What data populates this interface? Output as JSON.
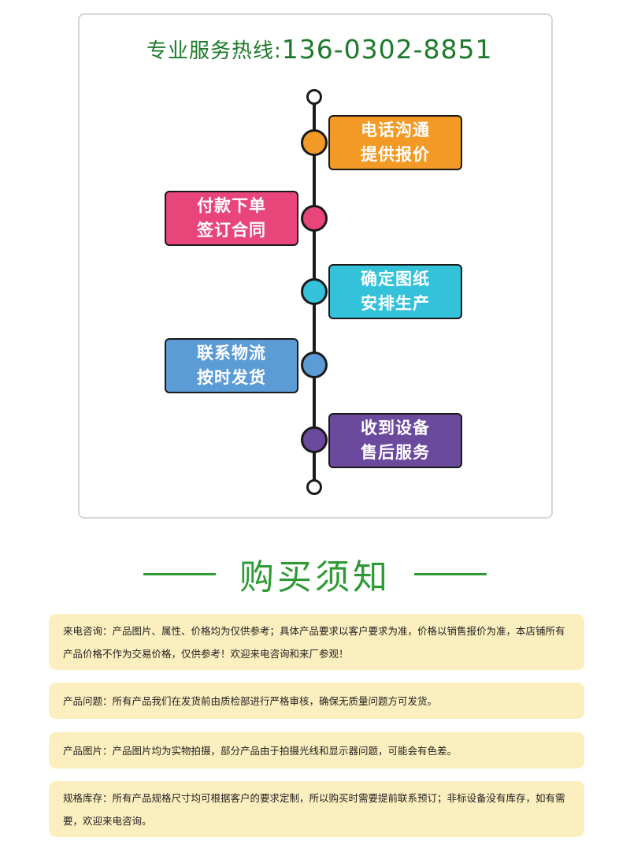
{
  "hotline": {
    "label": "专业服务热线:",
    "number": "136-0302-8851",
    "color": "#1e7a2a"
  },
  "steps": [
    {
      "line1": "电话沟通",
      "line2": "提供报价",
      "color": "#f29a25",
      "side": "right"
    },
    {
      "line1": "付款下单",
      "line2": "签订合同",
      "color": "#e8457b",
      "side": "left"
    },
    {
      "line1": "确定图纸",
      "line2": "安排生产",
      "color": "#33c2da",
      "side": "right"
    },
    {
      "line1": "联系物流",
      "line2": "按时发货",
      "color": "#5b9bd6",
      "side": "left"
    },
    {
      "line1": "收到设备",
      "line2": "售后服务",
      "color": "#6b4a9e",
      "side": "right"
    }
  ],
  "section": {
    "title": "购买须知",
    "color": "#2e9a33"
  },
  "notices": [
    "来电咨询：产品图片、属性、价格均为仅供参考；具体产品要求以客户要求为准，价格以销售报价为准，本店铺所有产品价格不作为交易价格，仅供参考！欢迎来电咨询和来厂参观！",
    "产品问题：所有产品我们在发货前由质检部进行严格审核，确保无质量问题方可发货。",
    "产品图片：产品图片均为实物拍摄，部分产品由于拍摄光线和显示器问题，可能会有色差。",
    "规格库存：所有产品规格尺寸均可根据客户的要求定制，所以购买时需要提前联系预订；非标设备没有库存，如有需要，欢迎来电咨询。"
  ],
  "notice_background": "#fcefbf"
}
